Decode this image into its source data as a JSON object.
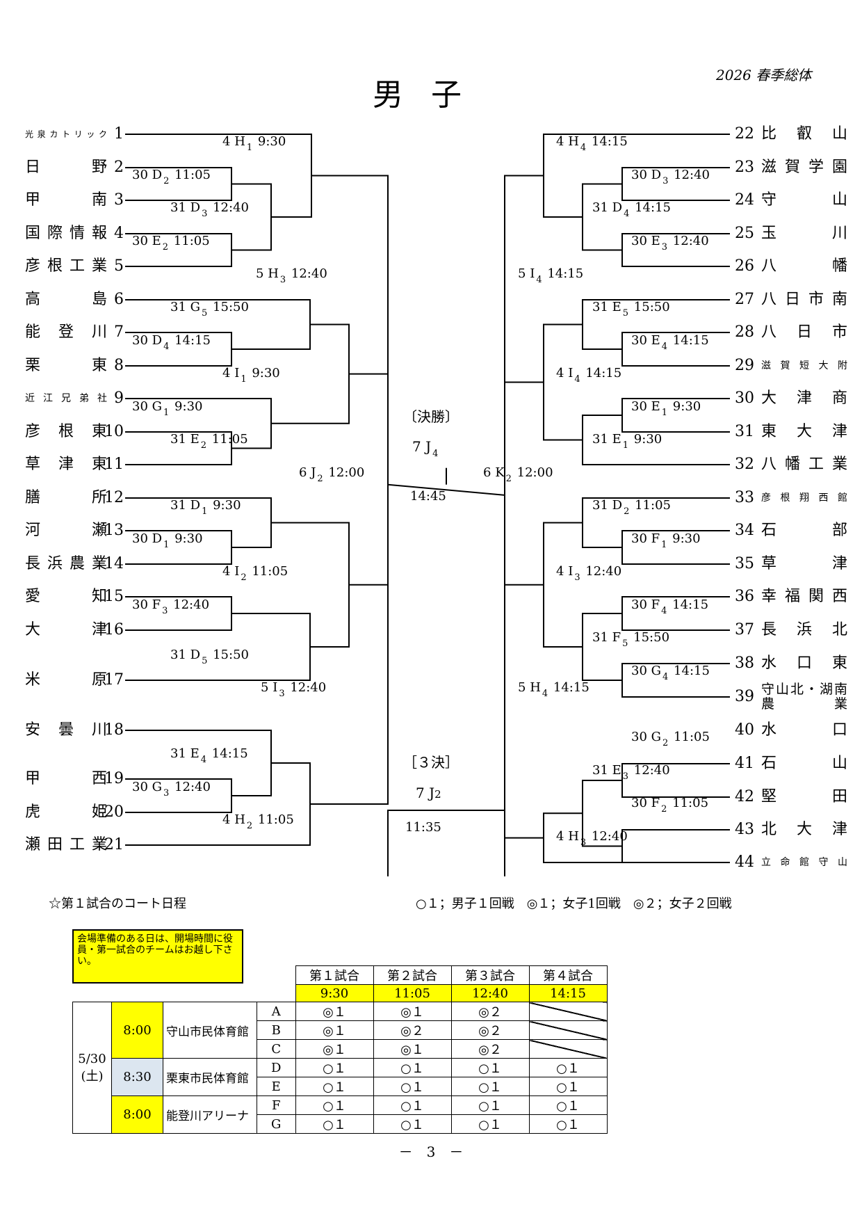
{
  "header": {
    "title": "男子",
    "subtitle": "2026 春季総体"
  },
  "left_teams": [
    {
      "no": "1",
      "name": "光泉カトリック"
    },
    {
      "no": "2",
      "name": "日野"
    },
    {
      "no": "3",
      "name": "甲南"
    },
    {
      "no": "4",
      "name": "国際情報"
    },
    {
      "no": "5",
      "name": "彦根工業"
    },
    {
      "no": "6",
      "name": "高島"
    },
    {
      "no": "7",
      "name": "能登川"
    },
    {
      "no": "8",
      "name": "栗東"
    },
    {
      "no": "9",
      "name": "近江兄弟社"
    },
    {
      "no": "10",
      "name": "彦根東"
    },
    {
      "no": "11",
      "name": "草津東"
    },
    {
      "no": "12",
      "name": "膳所"
    },
    {
      "no": "13",
      "name": "河瀬"
    },
    {
      "no": "14",
      "name": "長浜農業"
    },
    {
      "no": "15",
      "name": "愛知"
    },
    {
      "no": "16",
      "name": "大津"
    },
    {
      "no": "17",
      "name": "米原"
    },
    {
      "no": "18",
      "name": "安曇川"
    },
    {
      "no": "19",
      "name": "甲西"
    },
    {
      "no": "20",
      "name": "虎姫"
    },
    {
      "no": "21",
      "name": "瀬田工業"
    }
  ],
  "right_teams": [
    {
      "no": "22",
      "name": "比叡山"
    },
    {
      "no": "23",
      "name": "滋賀学園"
    },
    {
      "no": "24",
      "name": "守山"
    },
    {
      "no": "25",
      "name": "玉川"
    },
    {
      "no": "26",
      "name": "八幡"
    },
    {
      "no": "27",
      "name": "八日市南"
    },
    {
      "no": "28",
      "name": "八日市"
    },
    {
      "no": "29",
      "name": "滋賀短大附"
    },
    {
      "no": "30",
      "name": "大津商"
    },
    {
      "no": "31",
      "name": "東大津"
    },
    {
      "no": "32",
      "name": "八幡工業"
    },
    {
      "no": "33",
      "name": "彦根翔西館"
    },
    {
      "no": "34",
      "name": "石部"
    },
    {
      "no": "35",
      "name": "草津"
    },
    {
      "no": "36",
      "name": "幸福関西"
    },
    {
      "no": "37",
      "name": "長浜北"
    },
    {
      "no": "38",
      "name": "水口東"
    },
    {
      "no": "39",
      "name": "守山北・湖南農業"
    },
    {
      "no": "40",
      "name": "水口"
    },
    {
      "no": "41",
      "name": "石山"
    },
    {
      "no": "42",
      "name": "堅田"
    },
    {
      "no": "43",
      "name": "北大津"
    },
    {
      "no": "44",
      "name": "立命館守山"
    }
  ],
  "match_labels": {
    "l1": {
      "day": "4",
      "court": "H",
      "num": "1",
      "time": "9:30"
    },
    "l2": {
      "day": "30",
      "court": "D",
      "num": "2",
      "time": "11:05"
    },
    "l3": {
      "day": "31",
      "court": "D",
      "num": "3",
      "time": "12:40"
    },
    "l4": {
      "day": "30",
      "court": "E",
      "num": "2",
      "time": "11:05"
    },
    "l5": {
      "day": "5",
      "court": "H",
      "num": "3",
      "time": "12:40"
    },
    "l6": {
      "day": "31",
      "court": "G",
      "num": "5",
      "time": "15:50"
    },
    "l7": {
      "day": "30",
      "court": "D",
      "num": "4",
      "time": "14:15"
    },
    "l8": {
      "day": "4",
      "court": "I",
      "num": "1",
      "time": "9:30"
    },
    "l9": {
      "day": "30",
      "court": "G",
      "num": "1",
      "time": "9:30"
    },
    "l10": {
      "day": "31",
      "court": "E",
      "num": "2",
      "time": "11:05"
    },
    "l11": {
      "day": "6",
      "court": "J",
      "num": "2",
      "time": "12:00"
    },
    "l12": {
      "day": "31",
      "court": "D",
      "num": "1",
      "time": "9:30"
    },
    "l13": {
      "day": "30",
      "court": "D",
      "num": "1",
      "time": "9:30"
    },
    "l14": {
      "day": "4",
      "court": "I",
      "num": "2",
      "time": "11:05"
    },
    "l15": {
      "day": "30",
      "court": "F",
      "num": "3",
      "time": "12:40"
    },
    "l16": {
      "day": "31",
      "court": "D",
      "num": "5",
      "time": "15:50"
    },
    "l17": {
      "day": "5",
      "court": "I",
      "num": "3",
      "time": "12:40"
    },
    "l18": {
      "day": "31",
      "court": "E",
      "num": "4",
      "time": "14:15"
    },
    "l19": {
      "day": "30",
      "court": "G",
      "num": "3",
      "time": "12:40"
    },
    "l20": {
      "day": "4",
      "court": "H",
      "num": "2",
      "time": "11:05"
    },
    "r1": {
      "day": "4",
      "court": "H",
      "num": "4",
      "time": "14:15"
    },
    "r2": {
      "day": "30",
      "court": "D",
      "num": "3",
      "time": "12:40"
    },
    "r3": {
      "day": "31",
      "court": "D",
      "num": "4",
      "time": "14:15"
    },
    "r4": {
      "day": "30",
      "court": "E",
      "num": "3",
      "time": "12:40"
    },
    "r5": {
      "day": "5",
      "court": "I",
      "num": "4",
      "time": "14:15"
    },
    "r6": {
      "day": "31",
      "court": "E",
      "num": "5",
      "time": "15:50"
    },
    "r7": {
      "day": "30",
      "court": "E",
      "num": "4",
      "time": "14:15"
    },
    "r8": {
      "day": "4",
      "court": "I",
      "num": "4",
      "time": "14:15"
    },
    "r9": {
      "day": "30",
      "court": "E",
      "num": "1",
      "time": "9:30"
    },
    "r10": {
      "day": "31",
      "court": "E",
      "num": "1",
      "time": "9:30"
    },
    "r11": {
      "day": "6",
      "court": "K",
      "num": "2",
      "time": "12:00"
    },
    "r12": {
      "day": "31",
      "court": "D",
      "num": "2",
      "time": "11:05"
    },
    "r13": {
      "day": "30",
      "court": "F",
      "num": "1",
      "time": "9:30"
    },
    "r14": {
      "day": "4",
      "court": "I",
      "num": "3",
      "time": "12:40"
    },
    "r15": {
      "day": "30",
      "court": "F",
      "num": "4",
      "time": "14:15"
    },
    "r16": {
      "day": "31",
      "court": "F",
      "num": "5",
      "time": "15:50"
    },
    "r17": {
      "day": "30",
      "court": "G",
      "num": "4",
      "time": "14:15"
    },
    "r18": {
      "day": "5",
      "court": "H",
      "num": "4",
      "time": "14:15"
    },
    "r19": {
      "day": "30",
      "court": "G",
      "num": "2",
      "time": "11:05"
    },
    "r20": {
      "day": "31",
      "court": "E",
      "num": "3",
      "time": "12:40"
    },
    "r21": {
      "day": "30",
      "court": "F",
      "num": "2",
      "time": "11:05"
    },
    "r22": {
      "day": "4",
      "court": "H",
      "num": "3",
      "time": "12:40"
    }
  },
  "final": {
    "label": "〔決勝〕",
    "day": "7",
    "court": "J",
    "num": "4",
    "time": "14:45"
  },
  "third": {
    "label": "［３決］",
    "day": "7",
    "court": "J",
    "num": "2",
    "time": "11:35"
  },
  "notes": {
    "court_schedule": "☆第１試合のコート日程",
    "legend": "○１；男子１回戦　◎１；女子1回戦　◎２；女子２回戦",
    "notice": "会場準備のある日は、開場時間に役員・第一試合のチームはお越し下さい。"
  },
  "schedule": {
    "headers": [
      "第１試合",
      "第２試合",
      "第３試合",
      "第４試合"
    ],
    "times": [
      "9:30",
      "11:05",
      "12:40",
      "14:15"
    ],
    "date": "5/30",
    "weekday": "(土)",
    "venues": [
      {
        "open": "8:00",
        "name": "守山市民体育館"
      },
      {
        "open": "8:30",
        "name": "栗東市民体育館"
      },
      {
        "open": "8:00",
        "name": "能登川アリーナ"
      }
    ],
    "rows": [
      {
        "court": "A",
        "games": [
          "◎１",
          "◎１",
          "◎２",
          ""
        ]
      },
      {
        "court": "B",
        "games": [
          "◎１",
          "◎２",
          "◎２",
          ""
        ]
      },
      {
        "court": "C",
        "games": [
          "◎１",
          "◎１",
          "◎２",
          ""
        ]
      },
      {
        "court": "D",
        "games": [
          "○１",
          "○１",
          "○１",
          "○１"
        ]
      },
      {
        "court": "E",
        "games": [
          "○１",
          "○１",
          "○１",
          "○１"
        ]
      },
      {
        "court": "F",
        "games": [
          "○１",
          "○１",
          "○１",
          "○１"
        ]
      },
      {
        "court": "G",
        "games": [
          "○１",
          "○１",
          "○１",
          "○１"
        ]
      }
    ]
  },
  "page_number": "－　3　－"
}
